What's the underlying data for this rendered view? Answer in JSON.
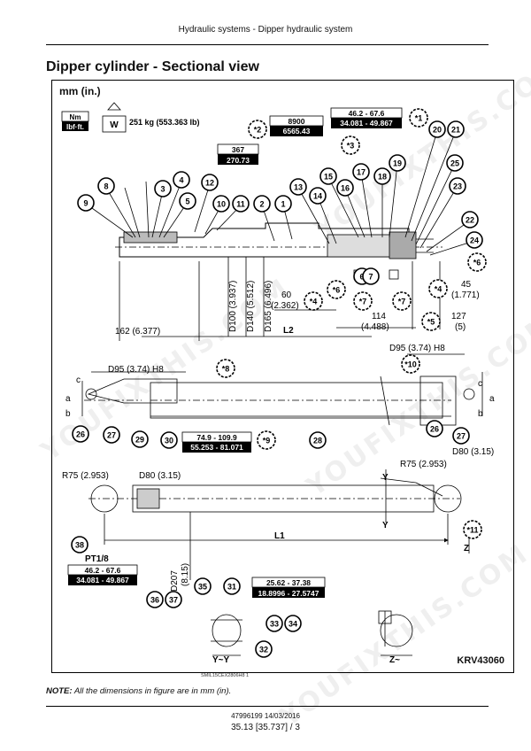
{
  "header": {
    "text": "Hydraulic systems - Dipper hydraulic system"
  },
  "title": "Dipper cylinder - Sectional view",
  "unit_label": "mm (in.)",
  "torque_unit": {
    "top": "Nm",
    "bottom": "lbf·ft."
  },
  "weight": {
    "icon_letter": "W",
    "text": "251 kg (553.363 lb)"
  },
  "torque_boxes": {
    "t2": {
      "top": "8900",
      "bottom": "6565.43"
    },
    "t1": {
      "top": "46.2 - 67.6",
      "bottom": "34.081 - 49.867"
    },
    "t367": {
      "top": "367",
      "bottom": "270.73"
    },
    "t9": {
      "top": "74.9 - 109.9",
      "bottom": "55.253 - 81.071"
    },
    "t37": {
      "top": "46.2 - 67.6",
      "bottom": "34.081 - 49.867"
    },
    "t33": {
      "top": "25.62 - 37.38",
      "bottom": "18.8996 - 27.5747"
    }
  },
  "callouts": [
    "1",
    "2",
    "3",
    "4",
    "5",
    "6",
    "7",
    "8",
    "9",
    "10",
    "11",
    "12",
    "13",
    "14",
    "15",
    "16",
    "17",
    "18",
    "19",
    "20",
    "21",
    "22",
    "23",
    "24",
    "25",
    "26",
    "27",
    "28",
    "29",
    "30",
    "31",
    "32",
    "33",
    "34",
    "35",
    "36",
    "37",
    "38"
  ],
  "special_callouts": {
    "s1": "*1",
    "s2": "*2",
    "s3": "*3",
    "s4": "*4",
    "s5": "*5",
    "s6": "*6",
    "s7": "*7",
    "s8": "*8",
    "s9": "*9",
    "s10": "*10",
    "s11": "*11"
  },
  "dimensions": {
    "d100": "D100 (3.937)",
    "d140": "D140 (5.512)",
    "d165": "D165 (6.496)",
    "l2": "L2",
    "l1": "L1",
    "d60": "60",
    "d60b": "(2.362)",
    "d114": "114",
    "d114b": "(4.488)",
    "d45": "45",
    "d45b": "(1.771)",
    "d127": "127",
    "d127b": "(5)",
    "d162": "162 (6.377)",
    "d95l": "D95 (3.74) H8",
    "d95r": "D95 (3.74) H8",
    "r75l": "R75 (2.953)",
    "r75r": "R75 (2.953)",
    "d80l": "D80 (3.15)",
    "d80r": "D80 (3.15)",
    "d207": "D207",
    "d207b": "(8.15)",
    "pt": "PT1/8",
    "a": "a",
    "b": "b",
    "c": "c",
    "y": "Y",
    "z": "Z"
  },
  "views": {
    "yy": "Y~Y",
    "zz": "Z~"
  },
  "figure_id": "KRV43060",
  "ref_code": "SMIL15CEX2806H8   1",
  "note": {
    "label": "NOTE:",
    "text": " All the dimensions in figure are in mm (in)."
  },
  "footer": {
    "doc": "47996199 14/03/2016",
    "page": "35.13 [35.737] / 3"
  },
  "watermark": "YOUFIXTHIS.COM"
}
